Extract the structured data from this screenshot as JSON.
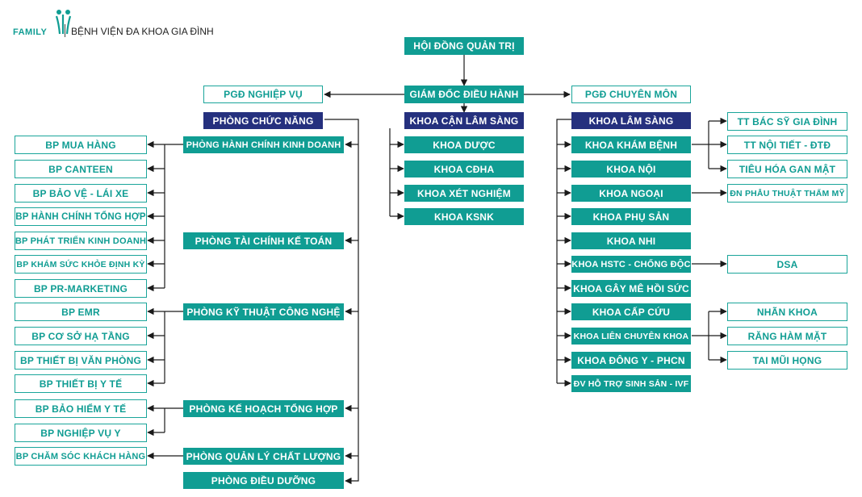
{
  "header": {
    "family": "FAMILY",
    "hospital": "BỆNH VIỆN ĐA KHOA GIA ĐÌNH"
  },
  "colors": {
    "teal": "#109d93",
    "navy": "#25307e",
    "line": "#1a1a1a"
  },
  "top": {
    "board": "HỘI ĐỒNG QUẢN TRỊ",
    "ceo": "GIÁM ĐỐC ĐIỀU HÀNH",
    "deputy_ops": "PGĐ NGHIỆP VỤ",
    "deputy_pro": "PGĐ CHUYÊN MÔN"
  },
  "functional": {
    "title": "PHÒNG CHỨC NĂNG",
    "departments": [
      "PHÒNG HÀNH CHÍNH KINH DOANH",
      "PHÒNG TÀI CHÍNH KẾ TOÁN",
      "PHÒNG KỸ THUẬT CÔNG NGHỆ",
      "PHÒNG KẾ HOẠCH TỔNG HỢP",
      "PHÒNG QUẢN LÝ CHẤT LƯỢNG",
      "PHÒNG ĐIỀU DƯỠNG"
    ],
    "units": [
      "BP MUA HÀNG",
      "BP CANTEEN",
      "BP BẢO VỆ - LÁI XE",
      "BP HÀNH CHÍNH TỔNG HỢP",
      "BP PHÁT TRIỂN KINH DOANH",
      "BP KHÁM SỨC KHỎE ĐỊNH KỲ",
      "BP PR-MARKETING",
      "BP EMR",
      "BP CƠ SỞ HẠ TẦNG",
      "BP THIẾT BỊ VĂN PHÒNG",
      "BP THIẾT BỊ Y TẾ",
      "BP BẢO HIỂM Y TẾ",
      "BP NGHIỆP VỤ Y",
      "BP CHĂM SÓC KHÁCH HÀNG"
    ]
  },
  "paraclinical": {
    "title": "KHOA CẬN LÂM SÀNG",
    "items": [
      "KHOA DƯỢC",
      "KHOA CĐHA",
      "KHOA XÉT NGHIỆM",
      "KHOA KSNK"
    ]
  },
  "clinical": {
    "title": "KHOA LÂM SÀNG",
    "items": [
      "KHOA KHÁM BỆNH",
      "KHOA NỘI",
      "KHOA NGOẠI",
      "KHOA PHỤ SẢN",
      "KHOA NHI",
      "KHOA HSTC - CHỐNG ĐỘC",
      "KHOA GÂY MÊ HỒI SỨC",
      "KHOA CẤP CỨU",
      "KHOA LIÊN CHUYÊN KHOA",
      "KHOA ĐÔNG Y - PHCN",
      "ĐV HỖ TRỢ SINH SẢN - IVF"
    ],
    "sub": [
      "TT BÁC SỸ GIA ĐÌNH",
      "TT NỘI TIẾT - ĐTĐ",
      "TIÊU HÓA GAN MẬT",
      "ĐN PHẪU THUẬT THẨM MỸ",
      "DSA",
      "NHÃN KHOA",
      "RĂNG HÀM MẶT",
      "TAI MŨI HỌNG"
    ]
  }
}
